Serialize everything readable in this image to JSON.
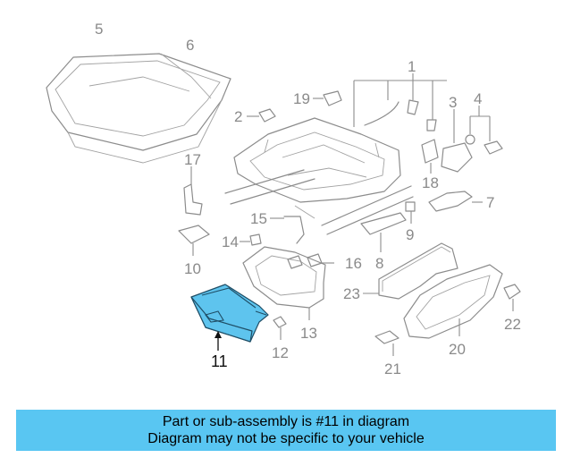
{
  "colors": {
    "banner_background": "#59c6f2",
    "highlight_fill": "#5ec4ee",
    "part_line": "#8c8c8c",
    "callout_text": "#8a8a8a",
    "highlight_callout_text": "#111111"
  },
  "callouts": {
    "n1": "1",
    "n2": "2",
    "n3": "3",
    "n4": "4",
    "n5": "5",
    "n6": "6",
    "n7": "7",
    "n8": "8",
    "n9": "9",
    "n10": "10",
    "n11": "11",
    "n12": "12",
    "n13": "13",
    "n14": "14",
    "n15": "15",
    "n16": "16",
    "n17": "17",
    "n18": "18",
    "n19": "19",
    "n20": "20",
    "n21": "21",
    "n22": "22",
    "n23": "23"
  },
  "highlighted_part": "11",
  "banner": {
    "line1": "Part or sub-assembly is #11 in diagram",
    "line2": "Diagram may not be specific to your vehicle"
  }
}
